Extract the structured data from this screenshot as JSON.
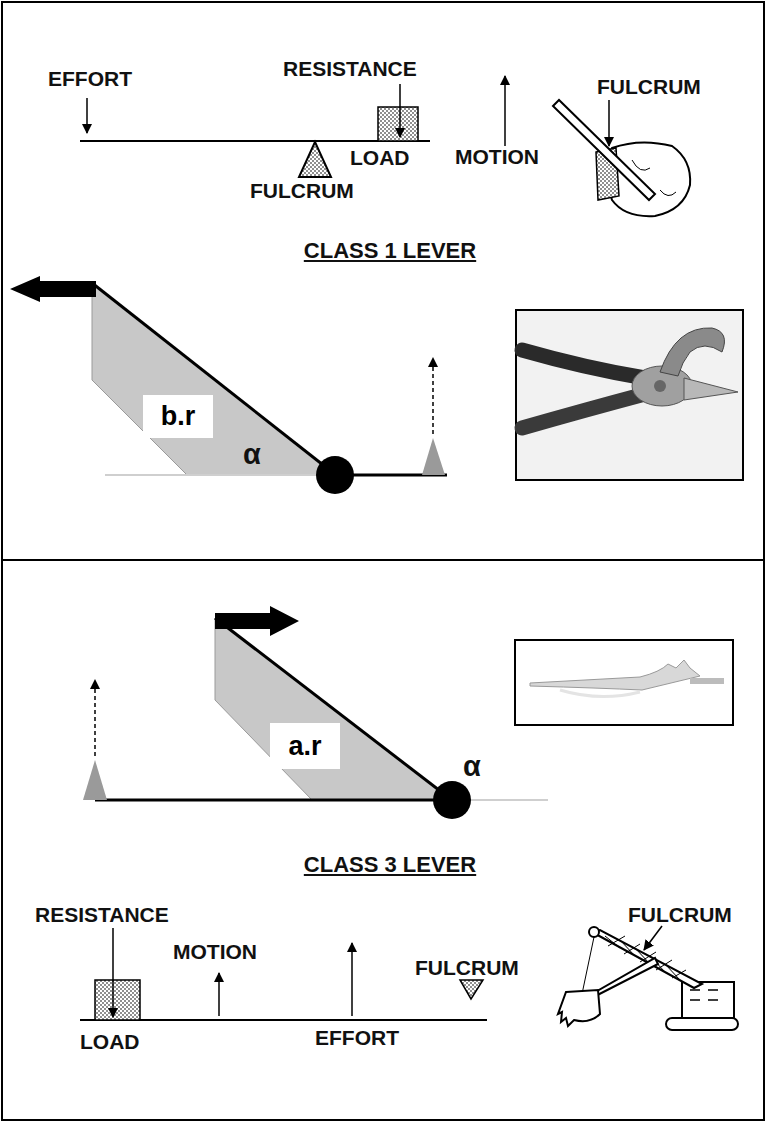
{
  "diagram": {
    "nodes": [
      {
        "text": [
          "b.r"
        ]
      },
      {
        "text": [
          "a.r"
        ]
      }
    ],
    "labels": [
      "EFFORT",
      "RESISTANCE",
      "LOAD",
      "FULCRUM",
      "MOTION",
      "FULCRUM",
      "CLASS 1 LEVER",
      "α",
      "α",
      "CLASS 3 LEVER",
      "RESISTANCE",
      "FULCRUM",
      "MOTION",
      "FULCRUM",
      "LOAD",
      "EFFORT"
    ]
  }
}
